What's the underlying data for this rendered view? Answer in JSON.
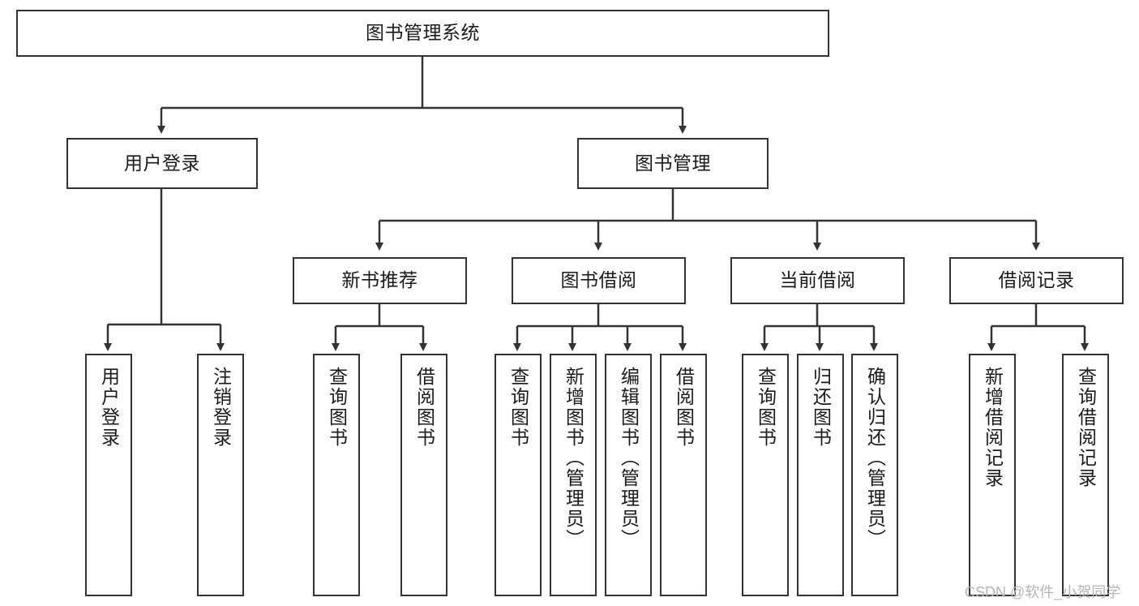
{
  "diagram": {
    "type": "tree",
    "orientation": "top-down",
    "title_node": {
      "label": "图书管理系统"
    },
    "colors": {
      "stroke": "#333333",
      "fill": "#ffffff",
      "text": "#1a1a1a",
      "watermark": "#b5b5b5"
    },
    "level2": [
      {
        "label": "用户登录"
      },
      {
        "label": "图书管理"
      }
    ],
    "level3": [
      {
        "label": "新书推荐"
      },
      {
        "label": "图书借阅"
      },
      {
        "label": "当前借阅"
      },
      {
        "label": "借阅记录"
      }
    ],
    "leaves": {
      "user_login": [
        {
          "label": "用户登录"
        },
        {
          "label": "注销登录"
        }
      ],
      "new_book": [
        {
          "label": "查询图书"
        },
        {
          "label": "借阅图书"
        }
      ],
      "book_borrow": [
        {
          "label": "查询图书"
        },
        {
          "label": "新增图书（管理员）"
        },
        {
          "label": "编辑图书（管理员）"
        },
        {
          "label": "借阅图书"
        }
      ],
      "current_borrow": [
        {
          "label": "查询图书"
        },
        {
          "label": "归还图书"
        },
        {
          "label": "确认归还（管理员）"
        }
      ],
      "borrow_record": [
        {
          "label": "新增借阅记录"
        },
        {
          "label": "查询借阅记录"
        }
      ]
    }
  },
  "watermark": {
    "text": "CSDN @软件_小贺同学"
  }
}
